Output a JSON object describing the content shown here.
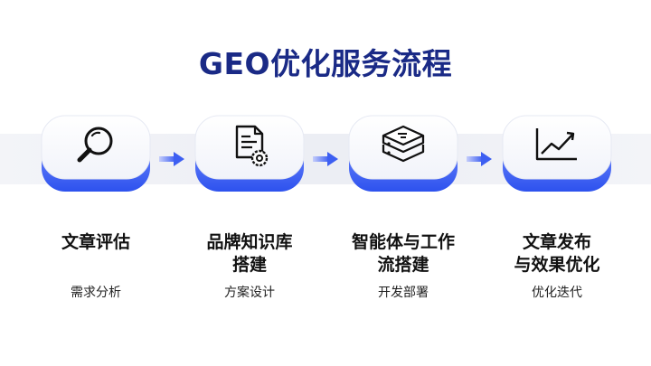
{
  "title": "GEO优化服务流程",
  "colors": {
    "title": "#1a2a86",
    "card_blue_top": "#6f86ff",
    "card_blue_bottom": "#2f56f0",
    "arrow": "#4b6cf4"
  },
  "steps": [
    {
      "icon": "magnifier-icon",
      "label_line1": "文章评估",
      "label_line2": "",
      "sub": "需求分析"
    },
    {
      "icon": "document-gear-icon",
      "label_line1": "品牌知识库",
      "label_line2": "搭建",
      "sub": "方案设计"
    },
    {
      "icon": "server-icon",
      "label_line1": "智能体与工作",
      "label_line2": "流搭建",
      "sub": "开发部署"
    },
    {
      "icon": "trend-chart-icon",
      "label_line1": "文章发布",
      "label_line2": "与效果优化",
      "sub": "优化迭代"
    }
  ]
}
